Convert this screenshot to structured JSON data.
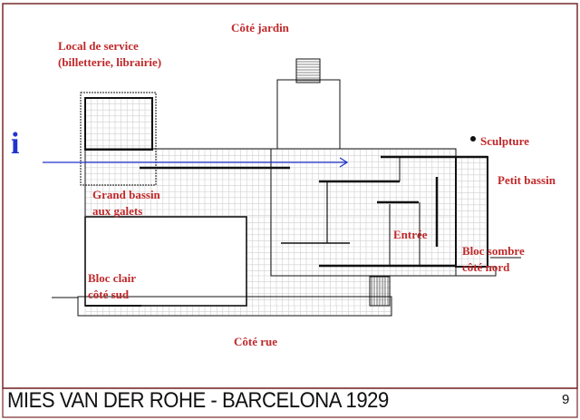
{
  "labels": {
    "garden_side": "Côté jardin",
    "service_line1": "Local de service",
    "service_line2": "(billetterie, librairie)",
    "sculpture": "Sculpture",
    "small_pool": "Petit bassin",
    "big_pool_line1": "Grand bassin",
    "big_pool_line2": "aux galets",
    "entrance": "Entrée",
    "dark_block_line1": "Bloc sombre",
    "dark_block_line2": "côté nord",
    "light_block_line1": "Bloc clair",
    "light_block_line2": "côté sud",
    "street_side": "Côté rue"
  },
  "info_marker": "i",
  "title_block": {
    "title": "MIES VAN DER ROHE - BARCELONA 1929",
    "page_number": "9"
  },
  "colors": {
    "label": "#c0282a",
    "arrow": "#2233cc",
    "frame": "#7a2a2a",
    "grid": "#cfcfcf"
  }
}
